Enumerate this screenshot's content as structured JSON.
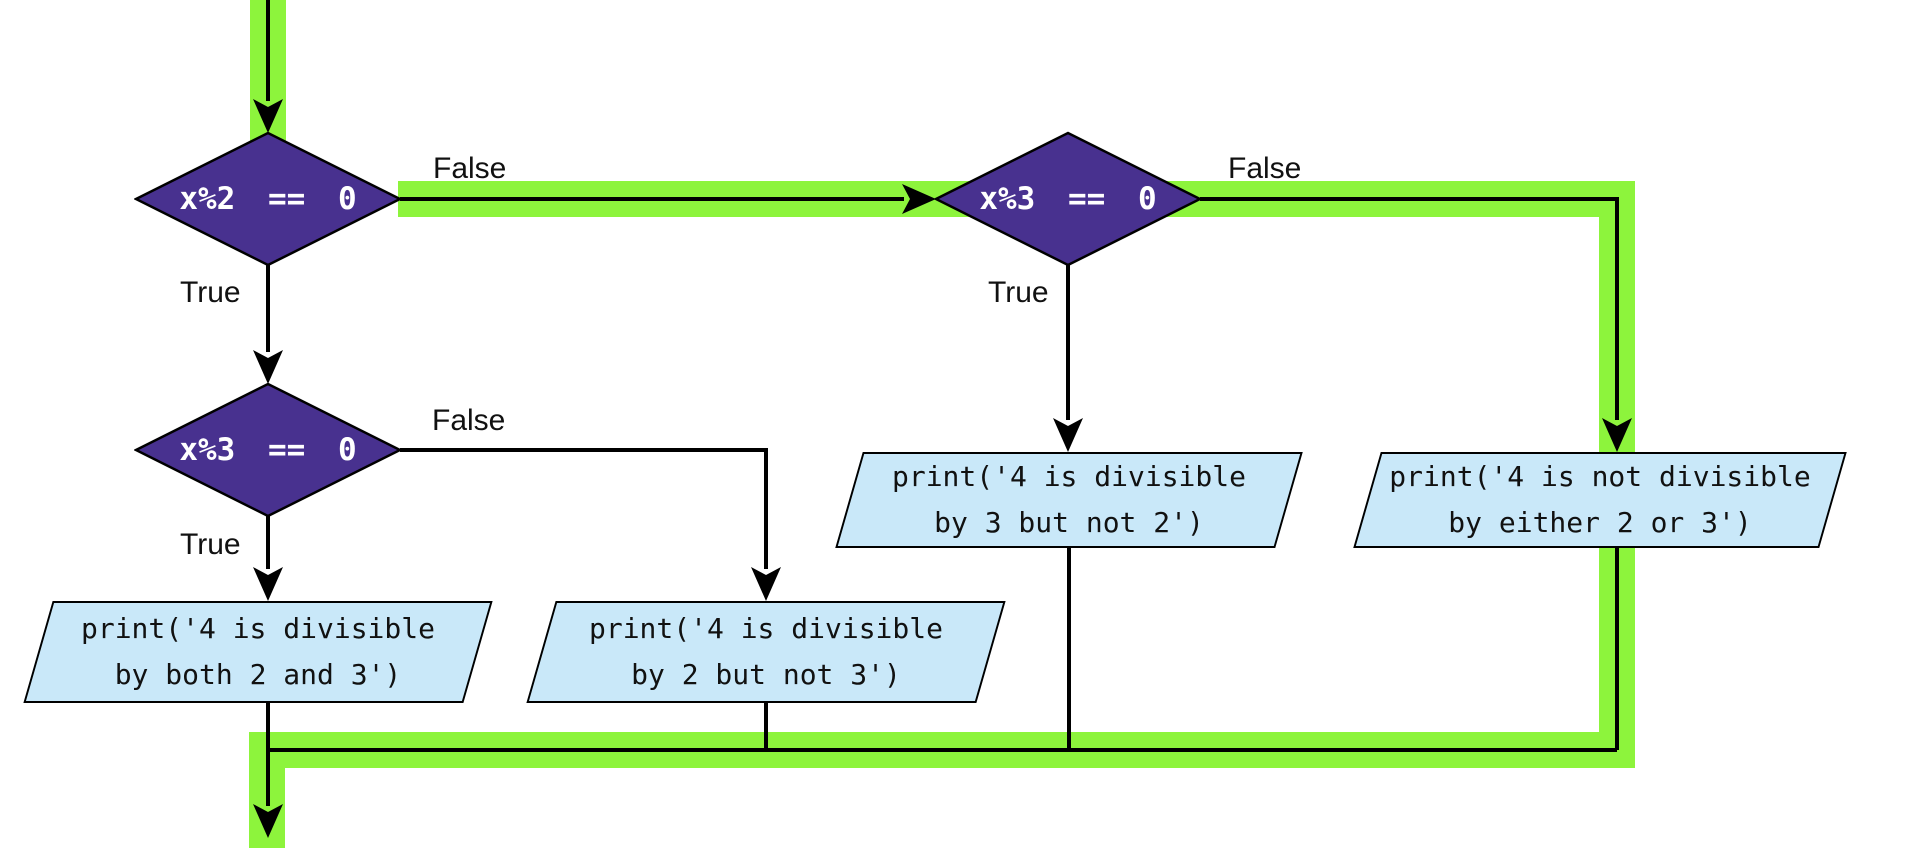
{
  "diagram": {
    "type": "flowchart",
    "description": "Nested if/elif/else flowchart for divisibility of x by 2 and 3, with the executed path (x=4: both conditions False) highlighted in green",
    "colors": {
      "decision_fill": "#48318f",
      "decision_text": "#ffffff",
      "output_fill": "#c9e8f9",
      "outline": "#000000",
      "highlight": "#8df43c",
      "label_text": "#111111"
    },
    "nodes": [
      {
        "id": "cond-x-mod-2",
        "type": "decision",
        "label": "x%2 == 0"
      },
      {
        "id": "cond-x-mod-3-right",
        "type": "decision",
        "label": "x%3 == 0"
      },
      {
        "id": "cond-x-mod-3-left",
        "type": "decision",
        "label": "x%3 == 0"
      },
      {
        "id": "out-both",
        "type": "output",
        "label": "print('4 is divisible\nby both 2 and 3')"
      },
      {
        "id": "out-2-not-3",
        "type": "output",
        "label": "print('4 is divisible\nby 2 but not 3')"
      },
      {
        "id": "out-3-not-2",
        "type": "output",
        "label": "print('4 is divisible\nby 3 but not 2')"
      },
      {
        "id": "out-neither",
        "type": "output",
        "label": "print('4 is not divisible\nby either 2 or 3')"
      }
    ],
    "edge_labels": [
      {
        "id": "d1-true",
        "text": "True"
      },
      {
        "id": "d1-false",
        "text": "False"
      },
      {
        "id": "d2-true",
        "text": "True"
      },
      {
        "id": "d2-false",
        "text": "False"
      },
      {
        "id": "d3-true",
        "text": "True"
      },
      {
        "id": "d3-false",
        "text": "False"
      }
    ],
    "highlighted_path": [
      "start",
      "x%2 == 0",
      "False",
      "x%3 == 0",
      "False",
      "print('4 is not divisible by either 2 or 3')",
      "end"
    ]
  }
}
